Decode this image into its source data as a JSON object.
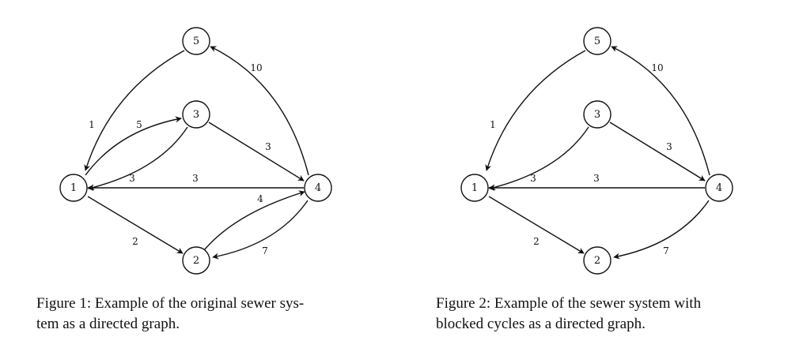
{
  "figures": [
    {
      "nodes": [
        {
          "id": "1",
          "label": "1"
        },
        {
          "id": "2",
          "label": "2"
        },
        {
          "id": "3",
          "label": "3"
        },
        {
          "id": "4",
          "label": "4"
        },
        {
          "id": "5",
          "label": "5"
        }
      ],
      "edges": [
        {
          "from": "5",
          "to": "1",
          "weight": "1"
        },
        {
          "from": "1",
          "to": "3",
          "weight": "5"
        },
        {
          "from": "3",
          "to": "1",
          "weight": "3"
        },
        {
          "from": "3",
          "to": "4",
          "weight": "3"
        },
        {
          "from": "4",
          "to": "1",
          "weight": "3"
        },
        {
          "from": "4",
          "to": "5",
          "weight": "10"
        },
        {
          "from": "1",
          "to": "2",
          "weight": "2"
        },
        {
          "from": "2",
          "to": "4",
          "weight": "4"
        },
        {
          "from": "4",
          "to": "2",
          "weight": "7"
        }
      ],
      "caption_lines": [
        "Figure 1: Example of the original sewer sys-",
        "tem as a directed graph."
      ]
    },
    {
      "nodes": [
        {
          "id": "1",
          "label": "1"
        },
        {
          "id": "2",
          "label": "2"
        },
        {
          "id": "3",
          "label": "3"
        },
        {
          "id": "4",
          "label": "4"
        },
        {
          "id": "5",
          "label": "5"
        }
      ],
      "edges": [
        {
          "from": "5",
          "to": "1",
          "weight": "1"
        },
        {
          "from": "3",
          "to": "1",
          "weight": "3"
        },
        {
          "from": "3",
          "to": "4",
          "weight": "3"
        },
        {
          "from": "4",
          "to": "1",
          "weight": "3"
        },
        {
          "from": "4",
          "to": "5",
          "weight": "10"
        },
        {
          "from": "1",
          "to": "2",
          "weight": "2"
        },
        {
          "from": "4",
          "to": "2",
          "weight": "7"
        }
      ],
      "caption_lines": [
        "Figure 2: Example of the sewer system with",
        "blocked cycles as a directed graph."
      ]
    }
  ]
}
